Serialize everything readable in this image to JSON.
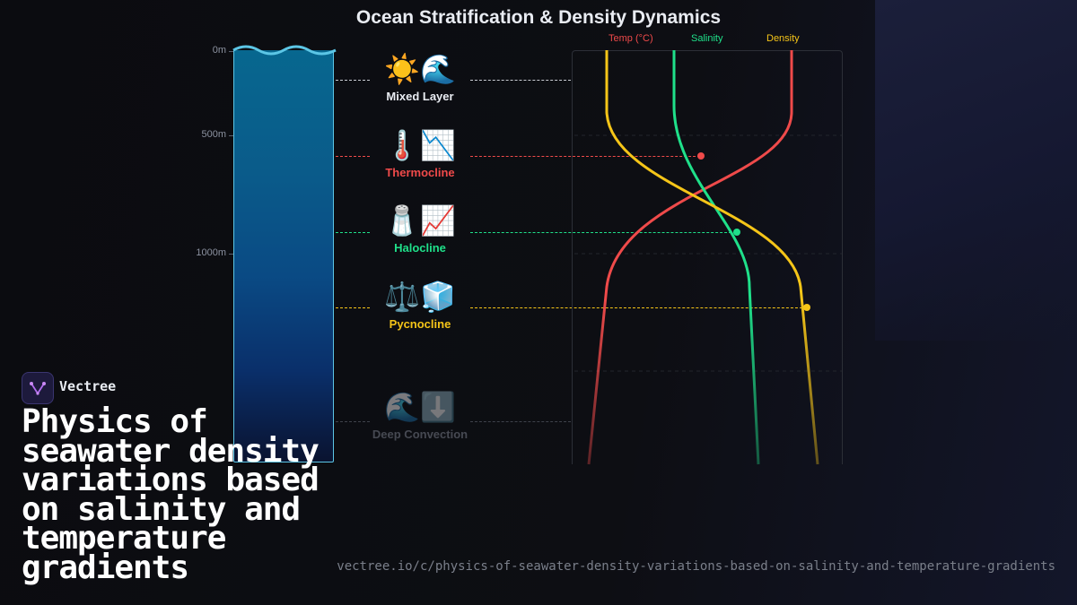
{
  "title": "Ocean Stratification & Density Dynamics",
  "depth_axis": {
    "labels": [
      "0m",
      "500m",
      "1000m"
    ]
  },
  "layers": [
    {
      "name": "Mixed Layer",
      "icons": "☀️🌊",
      "color": "#e9ecf2"
    },
    {
      "name": "Thermocline",
      "icons": "🌡️📉",
      "color": "#ef4a4a"
    },
    {
      "name": "Halocline",
      "icons": "🧂📈",
      "color": "#1fe08a"
    },
    {
      "name": "Pycnocline",
      "icons": "⚖️🧊",
      "color": "#f5c518"
    },
    {
      "name": "Deep Convection",
      "icons": "🌊⬇️",
      "color": "#5a5f69"
    }
  ],
  "legend": [
    {
      "label": "Temp (°C)",
      "color": "#ef4a4a"
    },
    {
      "label": "Salinity",
      "color": "#1fe08a"
    },
    {
      "label": "Density",
      "color": "#f5c518"
    }
  ],
  "brand": {
    "name": "Vectree"
  },
  "headline": "Physics of seawater density variations based on salinity and temperature gradients",
  "url": "vectree.io/c/physics-of-seawater-density-variations-based-on-salinity-and-temperature-gradients"
}
